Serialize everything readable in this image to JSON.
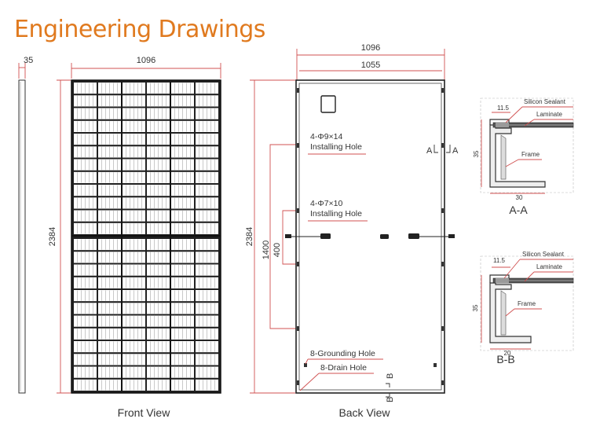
{
  "header": {
    "title": "Engineering Drawings"
  },
  "front_view": {
    "caption": "Front View",
    "thickness": "35",
    "width": "1096",
    "height": "2384"
  },
  "back_view": {
    "caption": "Back View",
    "outer_width": "1096",
    "inner_width": "1055",
    "height": "2384",
    "hole_spacing_large": "1400",
    "hole_spacing_small": "400",
    "install_hole_1": {
      "spec": "4-Φ9×14",
      "label": "Installing Hole"
    },
    "install_hole_2": {
      "spec": "4-Φ7×10",
      "label": "Installing Hole"
    },
    "grounding_hole": "8-Grounding Hole",
    "drain_hole": "8-Drain Hole",
    "section_a_left": "A",
    "section_a_right": "A",
    "section_b": "B",
    "section_b_right": "B"
  },
  "section_a": {
    "caption": "A-A",
    "sealant": "Silicon Sealant",
    "laminate": "Laminate",
    "frame": "Frame",
    "dim_top": "11.5",
    "dim_height": "35",
    "dim_width": "30"
  },
  "section_b": {
    "caption": "B-B",
    "sealant": "Silicon Sealant",
    "laminate": "Laminate",
    "frame": "Frame",
    "dim_top": "11.5",
    "dim_height": "35",
    "dim_width": "20"
  }
}
